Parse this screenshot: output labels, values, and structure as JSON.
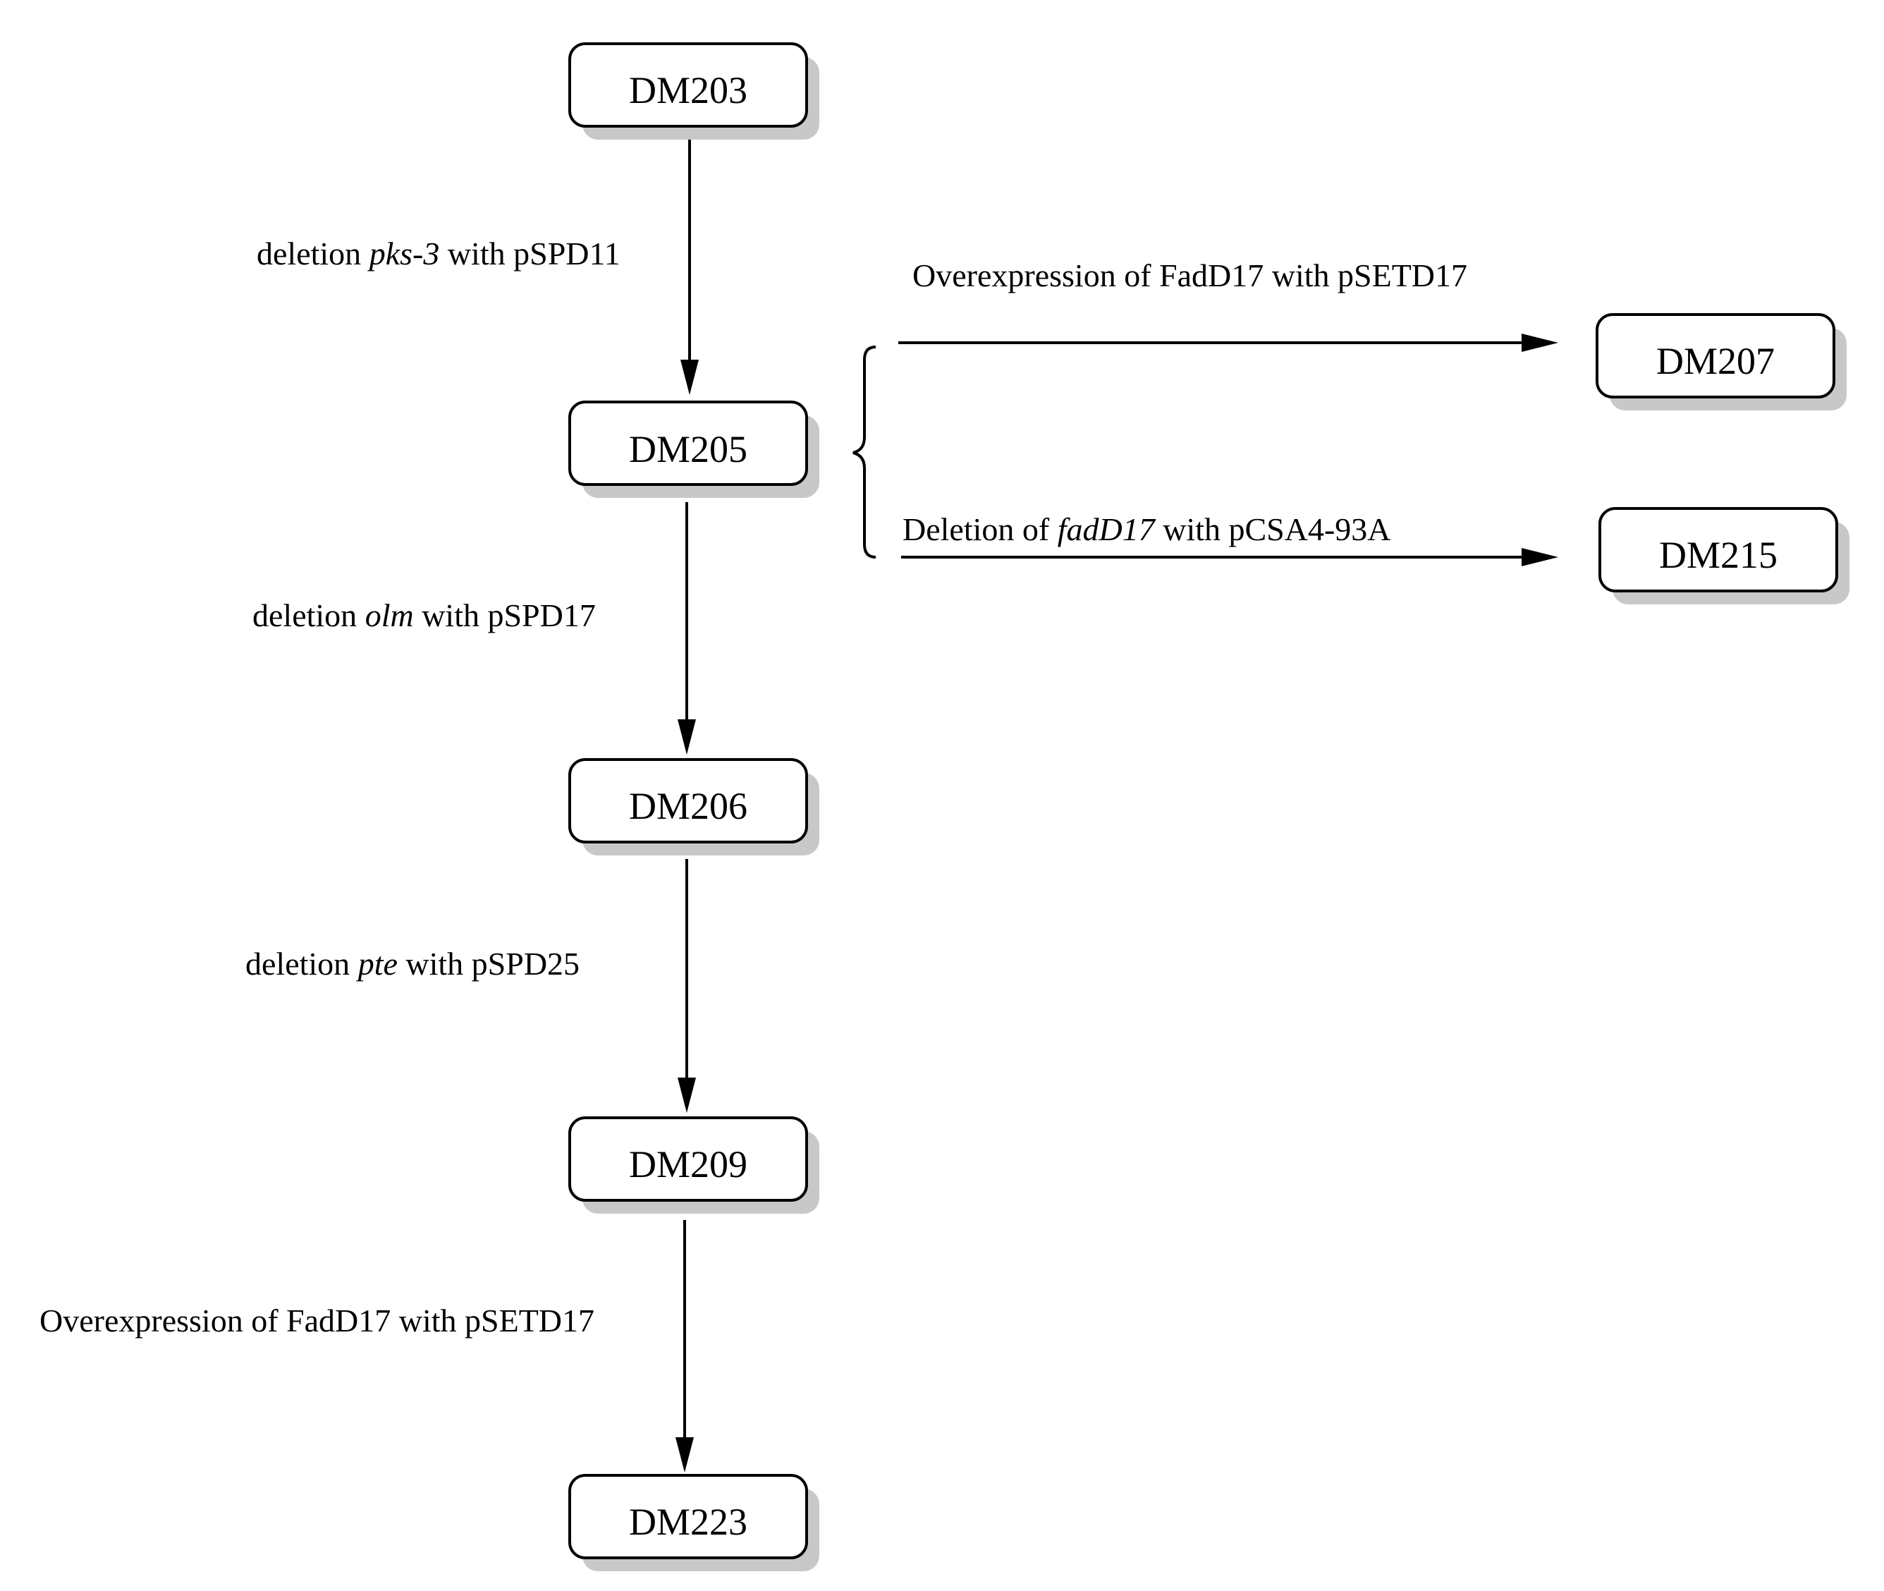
{
  "diagram": {
    "nodes": {
      "dm203": "DM203",
      "dm205": "DM205",
      "dm206": "DM206",
      "dm209": "DM209",
      "dm223": "DM223",
      "dm207": "DM207",
      "dm215": "DM215"
    },
    "edges": {
      "dm203_to_dm205": {
        "prefix": "deletion ",
        "gene": "pks-3",
        "suffix": " with pSPD11"
      },
      "dm205_to_dm206": {
        "prefix": "deletion ",
        "gene": "olm",
        "suffix": " with pSPD17"
      },
      "dm206_to_dm209": {
        "prefix": "deletion ",
        "gene": "pte",
        "suffix": " with pSPD25"
      },
      "dm209_to_dm223": {
        "text": "Overexpression of FadD17 with pSETD17"
      },
      "dm205_to_dm207": {
        "text": "Overexpression of FadD17 with pSETD17"
      },
      "dm205_to_dm215": {
        "prefix": "Deletion of ",
        "gene": "fadD17",
        "suffix": " with pCSA4-93A"
      }
    },
    "colors": {
      "stroke": "#000000",
      "shadow": "#c8c8c8",
      "box_fill": "#ffffff"
    }
  }
}
